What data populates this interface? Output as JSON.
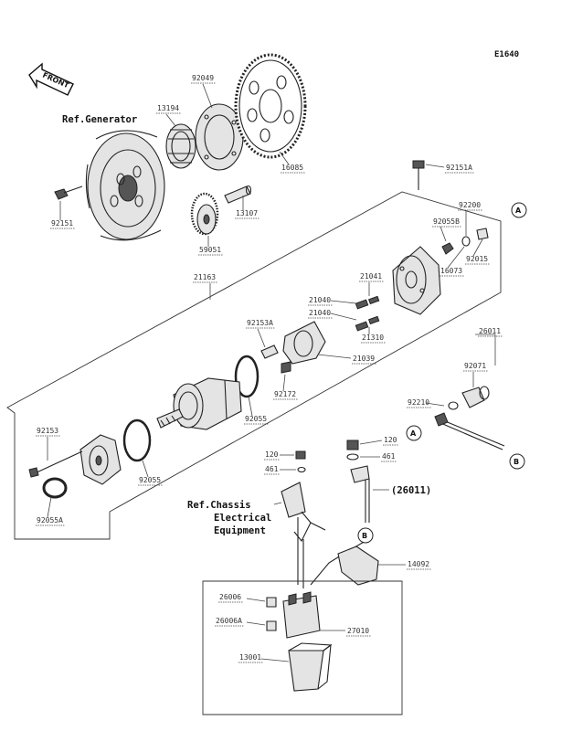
{
  "diagram_code": "E1640",
  "front_label": "FRONT",
  "refs": {
    "generator": "Ref.Generator",
    "chassis_line1": "Ref.Chassis",
    "chassis_line2": "Electrical",
    "chassis_line3": "Equipment",
    "assembly": "(26011)"
  },
  "circles": [
    "A",
    "B"
  ],
  "parts": [
    "92049",
    "13194",
    "16085",
    "92151",
    "59051",
    "13107",
    "21163",
    "92151A",
    "92200",
    "92055B",
    "92015",
    "16073",
    "21041",
    "21040",
    "21040",
    "92153A",
    "21310",
    "21039",
    "92172",
    "92055",
    "26011",
    "92071",
    "92210",
    "92153",
    "92055",
    "92055A",
    "120",
    "461",
    "120",
    "461",
    "14092",
    "26006",
    "26006A",
    "27010",
    "13001"
  ]
}
